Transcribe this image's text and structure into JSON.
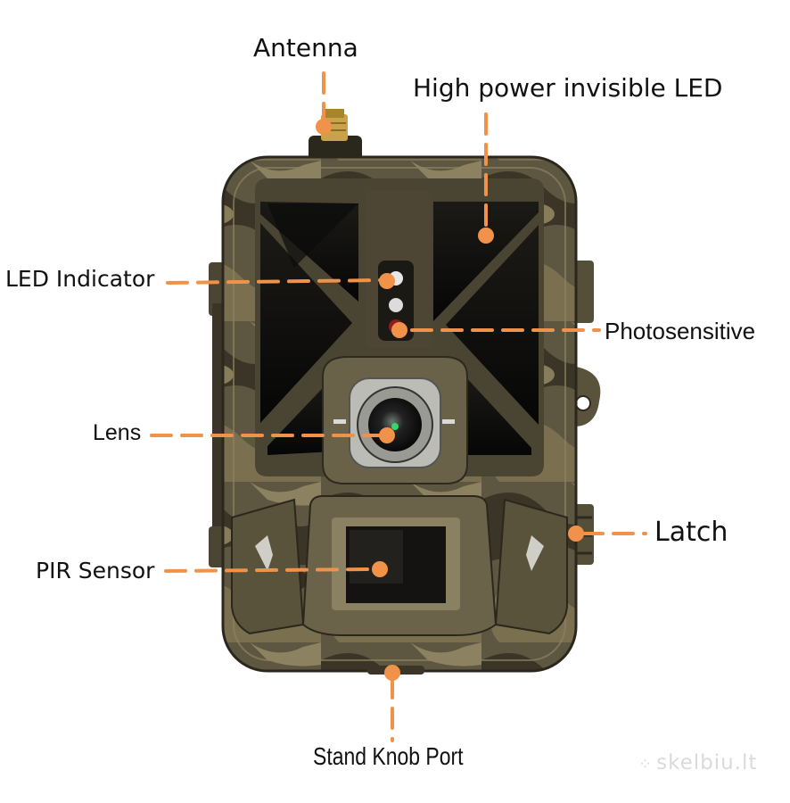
{
  "labels": {
    "antenna": "Antenna",
    "high_power_led": "High power invisible LED",
    "led_indicator": "LED Indicator",
    "photosensitive": "Photosensitive",
    "lens": "Lens",
    "latch": "Latch",
    "pir_sensor": "PIR Sensor",
    "stand_knob_port": "Stand Knob Port"
  },
  "watermark": "skelbiu.lt",
  "colors": {
    "callout": "#f0924a",
    "camo_base": "#5d5640",
    "camo_dark": "#2f2b1f",
    "camo_light": "#8a7e5a",
    "window": "#0d0d0c",
    "text": "#111111"
  },
  "icons": {
    "camera": "trail-camera-illustration"
  }
}
